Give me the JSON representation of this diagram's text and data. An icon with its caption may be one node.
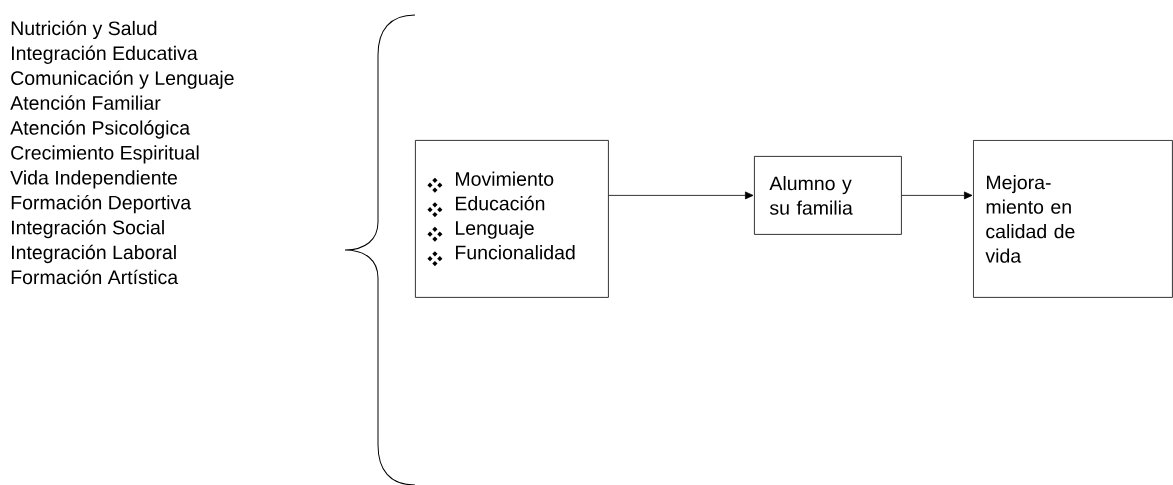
{
  "diagram": {
    "nodes": [
      {
        "text": [
          "Movimiento",
          "Educación",
          "Lenguaje",
          "Funcionalidad"
        ]
      },
      {
        "text": [
          "Alumno y su familia"
        ]
      },
      {
        "text": [
          "Mejora- miento en calidad de vida"
        ]
      }
    ],
    "edges": [
      {
        "from": 0,
        "to": 1,
        "arrow": "to"
      },
      {
        "from": 1,
        "to": 2,
        "arrow": "to"
      }
    ],
    "labels": [
      "Nutrición y Salud",
      "Integración Educativa",
      "Comunicación y Lenguaje",
      "Atención Familiar",
      "Atención Psicológica",
      "Crecimiento Espiritual",
      "Vida Independiente",
      "Formación  Deportiva",
      "Integración Social",
      "Integración Laboral",
      "Formación Artística"
    ]
  }
}
